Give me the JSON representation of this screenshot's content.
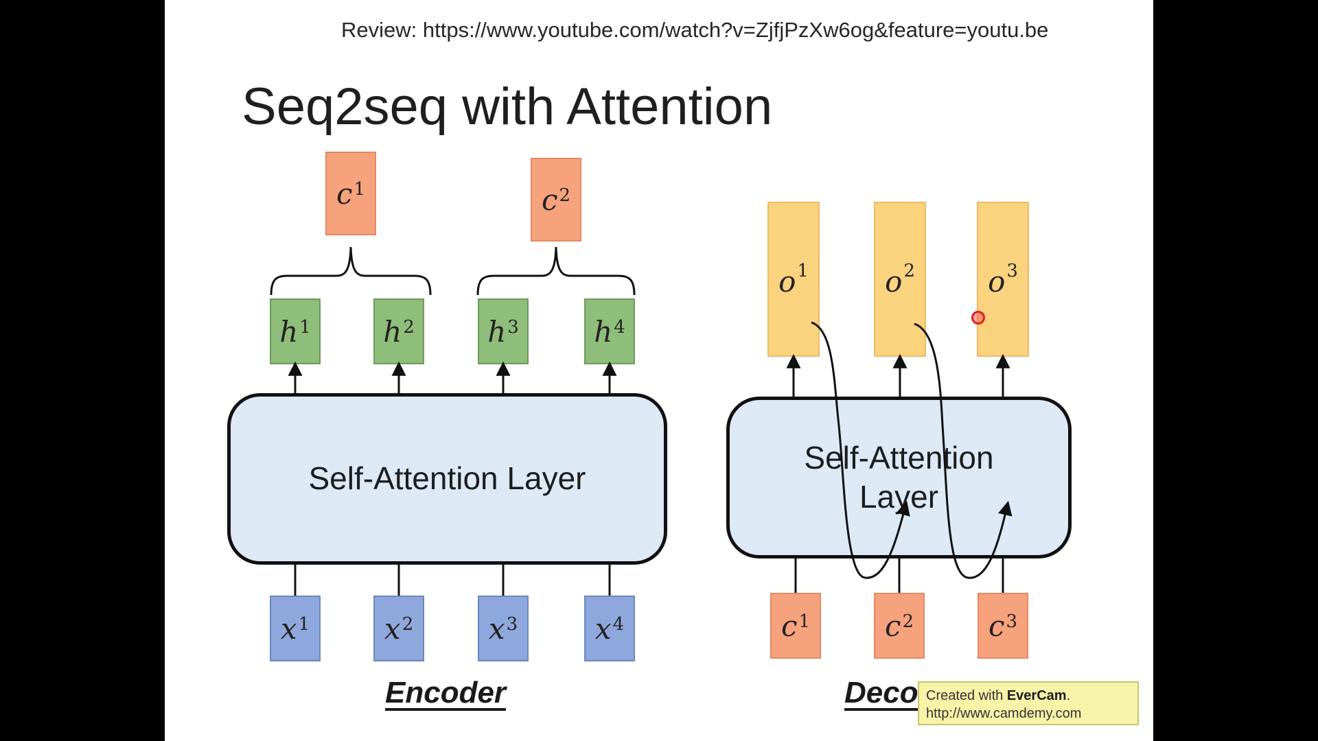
{
  "header": {
    "review_text": "Review: https://www.youtube.com/watch?v=ZjfjPzXw6og&feature=youtu.be",
    "title": "Seq2seq with Attention"
  },
  "encoder": {
    "label": "Encoder",
    "layer_label": "Self-Attention Layer",
    "inputs": [
      {
        "base": "x",
        "sup": "1"
      },
      {
        "base": "x",
        "sup": "2"
      },
      {
        "base": "x",
        "sup": "3"
      },
      {
        "base": "x",
        "sup": "4"
      }
    ],
    "hidden": [
      {
        "base": "h",
        "sup": "1"
      },
      {
        "base": "h",
        "sup": "2"
      },
      {
        "base": "h",
        "sup": "3"
      },
      {
        "base": "h",
        "sup": "4"
      }
    ],
    "contexts": [
      {
        "base": "c",
        "sup": "1"
      },
      {
        "base": "c",
        "sup": "2"
      }
    ]
  },
  "decoder": {
    "label": "Deco",
    "layer_label_line1": "Self-Attention",
    "layer_label_line2": "Layer",
    "inputs": [
      {
        "base": "c",
        "sup": "1"
      },
      {
        "base": "c",
        "sup": "2"
      },
      {
        "base": "c",
        "sup": "3"
      }
    ],
    "outputs": [
      {
        "base": "o",
        "sup": "1"
      },
      {
        "base": "o",
        "sup": "2"
      },
      {
        "base": "o",
        "sup": "3"
      }
    ]
  },
  "watermark": {
    "line1_prefix": "Created with ",
    "line1_brand": "EverCam",
    "line1_suffix": ".",
    "line2": "http://www.camdemy.com"
  },
  "colors": {
    "hidden_fill": "#8fbd7a",
    "input_fill": "#8ea7dc",
    "context_fill": "#f6a27d",
    "output_fill": "#fbd37f",
    "layer_fill": "#dde9f5"
  }
}
